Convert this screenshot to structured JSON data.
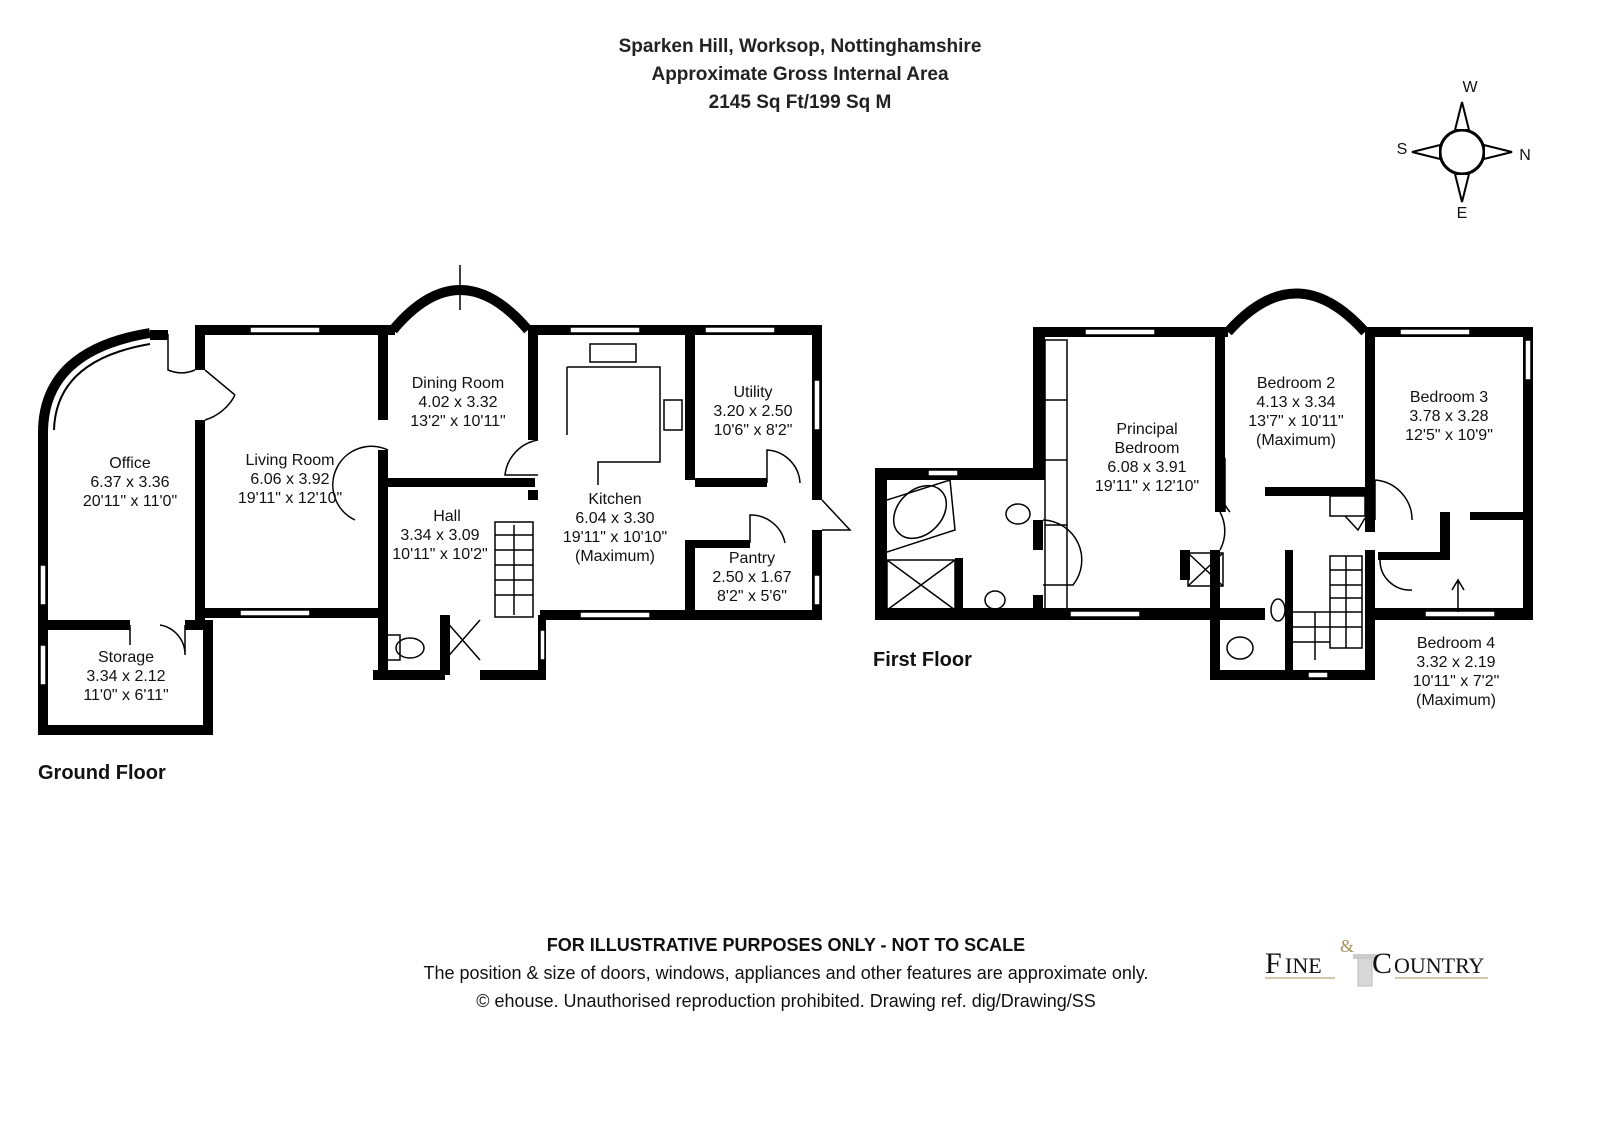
{
  "header": {
    "address": "Sparken Hill, Worksop, Nottinghamshire",
    "area_label": "Approximate Gross Internal Area",
    "area_value": "2145 Sq Ft/199 Sq M"
  },
  "compass": {
    "north": "N",
    "south": "S",
    "east": "E",
    "west": "W"
  },
  "ground_floor": {
    "label": "Ground Floor",
    "rooms": [
      {
        "name": "Office",
        "metric": "6.37 x 3.36",
        "imperial": "20'11\" x 11'0\""
      },
      {
        "name": "Storage",
        "metric": "3.34 x 2.12",
        "imperial": "11'0\" x 6'11\""
      },
      {
        "name": "Living Room",
        "metric": "6.06 x 3.92",
        "imperial": "19'11\" x 12'10\""
      },
      {
        "name": "Dining Room",
        "metric": "4.02 x 3.32",
        "imperial": "13'2\" x 10'11\""
      },
      {
        "name": "Hall",
        "metric": "3.34 x 3.09",
        "imperial": "10'11\" x 10'2\""
      },
      {
        "name": "Kitchen",
        "metric": "6.04 x 3.30",
        "imperial": "19'11\" x 10'10\"",
        "note": "(Maximum)"
      },
      {
        "name": "Utility",
        "metric": "3.20 x 2.50",
        "imperial": "10'6\" x 8'2\""
      },
      {
        "name": "Pantry",
        "metric": "2.50 x 1.67",
        "imperial": "8'2\" x 5'6\""
      }
    ]
  },
  "first_floor": {
    "label": "First Floor",
    "rooms": [
      {
        "name": "Principal",
        "name2": "Bedroom",
        "metric": "6.08 x 3.91",
        "imperial": "19'11\" x 12'10\""
      },
      {
        "name": "Bedroom 2",
        "metric": "4.13 x 3.34",
        "imperial": "13'7\" x 10'11\"",
        "note": "(Maximum)"
      },
      {
        "name": "Bedroom 3",
        "metric": "3.78 x 3.28",
        "imperial": "12'5\" x 10'9\""
      },
      {
        "name": "Bedroom 4",
        "metric": "3.32 x 2.19",
        "imperial": "10'11\" x 7'2\"",
        "note": "(Maximum)"
      }
    ]
  },
  "footer": {
    "disclaimer_title": "FOR ILLUSTRATIVE PURPOSES ONLY - NOT TO SCALE",
    "disclaimer_line1": "The position & size of doors, windows, appliances and other features are approximate only.",
    "disclaimer_line2": "© ehouse. Unauthorised reproduction prohibited. Drawing ref. dig/Drawing/SS"
  },
  "logo": {
    "word1": "Fine",
    "amp": "&",
    "word2": "Country",
    "gold": "#a8915a"
  }
}
